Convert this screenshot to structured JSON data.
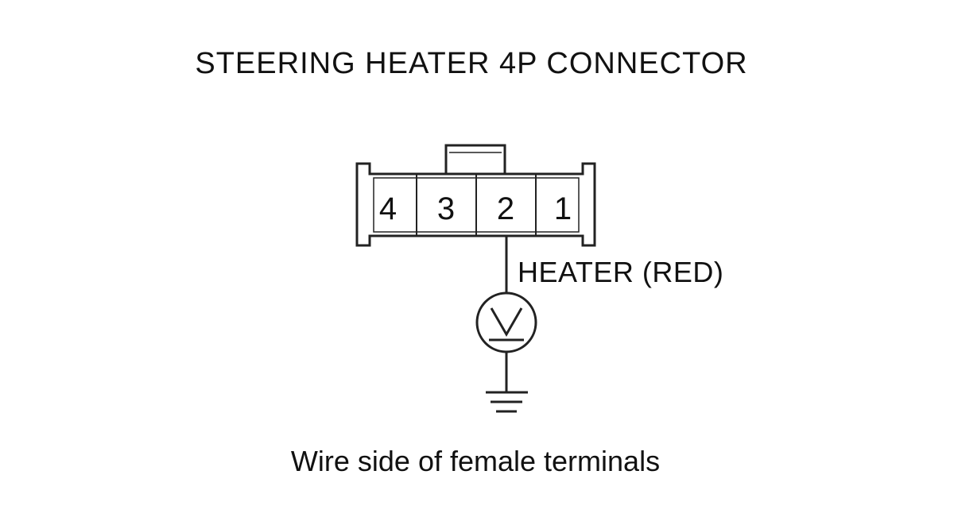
{
  "diagram": {
    "title": "STEERING HEATER 4P CONNECTOR",
    "connector": {
      "terminals": [
        "4",
        "3",
        "2",
        "1"
      ]
    },
    "wire_label": "HEATER (RED)",
    "meter_symbol": "voltmeter-icon",
    "ground_symbol": "ground-icon",
    "caption": "Wire side of female terminals"
  }
}
